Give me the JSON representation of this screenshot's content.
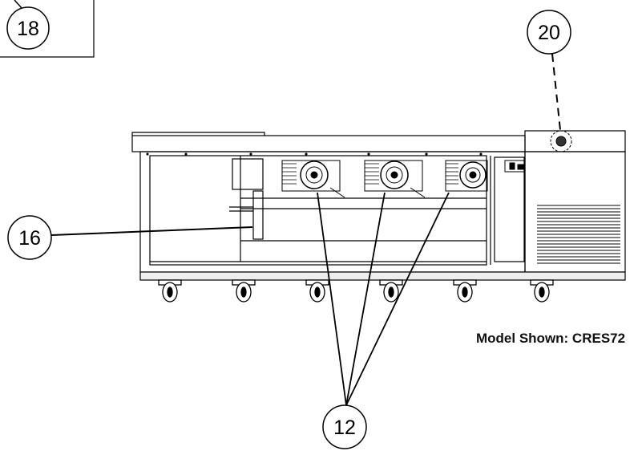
{
  "callouts": {
    "c18": "18",
    "c20": "20",
    "c16": "16",
    "c12": "12"
  },
  "caption": "Model Shown: CRES72",
  "colors": {
    "line": "#000000",
    "background": "#ffffff"
  }
}
